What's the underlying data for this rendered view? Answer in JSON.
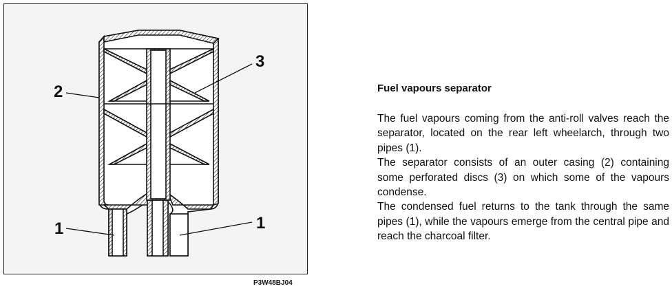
{
  "figure": {
    "callouts": {
      "pipes_left": "1",
      "pipes_right": "1",
      "casing": "2",
      "discs": "3"
    },
    "code": "P3W48BJ04"
  },
  "text": {
    "heading": "Fuel vapours separator",
    "paragraphs": [
      "The fuel vapours coming from the anti-roll valves reach the separator, located on the rear left wheelarch, through two pipes (1).",
      "The separator consists of an outer casing (2) containing some perforated discs (3) on which some of the vapours condense.",
      "The condensed fuel returns to the tank through the same pipes (1), while the vapours emerge from the central pipe and reach the charcoal filter."
    ]
  }
}
